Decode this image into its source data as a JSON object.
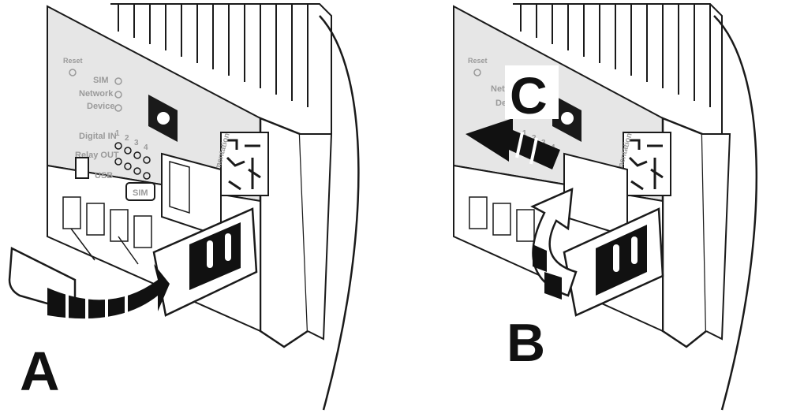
{
  "panels": [
    {
      "step": "A",
      "device_labels": {
        "reset": "Reset",
        "sim": "SIM",
        "network": "Network",
        "device": "Device",
        "digital_in": "Digital IN",
        "relay_out": "Relay OUT",
        "numbers": [
          "1",
          "2",
          "3",
          "4"
        ],
        "usb": "USB",
        "sim_slot": "SIM",
        "documentation": "Documentation"
      }
    },
    {
      "step_c": "C",
      "step_b": "B",
      "device_labels": {
        "reset": "Reset",
        "network": "Network",
        "device": "Device",
        "numbers": [
          "1",
          "2",
          "3",
          "4"
        ],
        "documentation": "Documentation"
      }
    }
  ],
  "colors": {
    "outline": "#1a1a1a",
    "housing_gray": "#e6e6e6",
    "arrow_black": "#111111",
    "label_bg": "#ffffff"
  }
}
